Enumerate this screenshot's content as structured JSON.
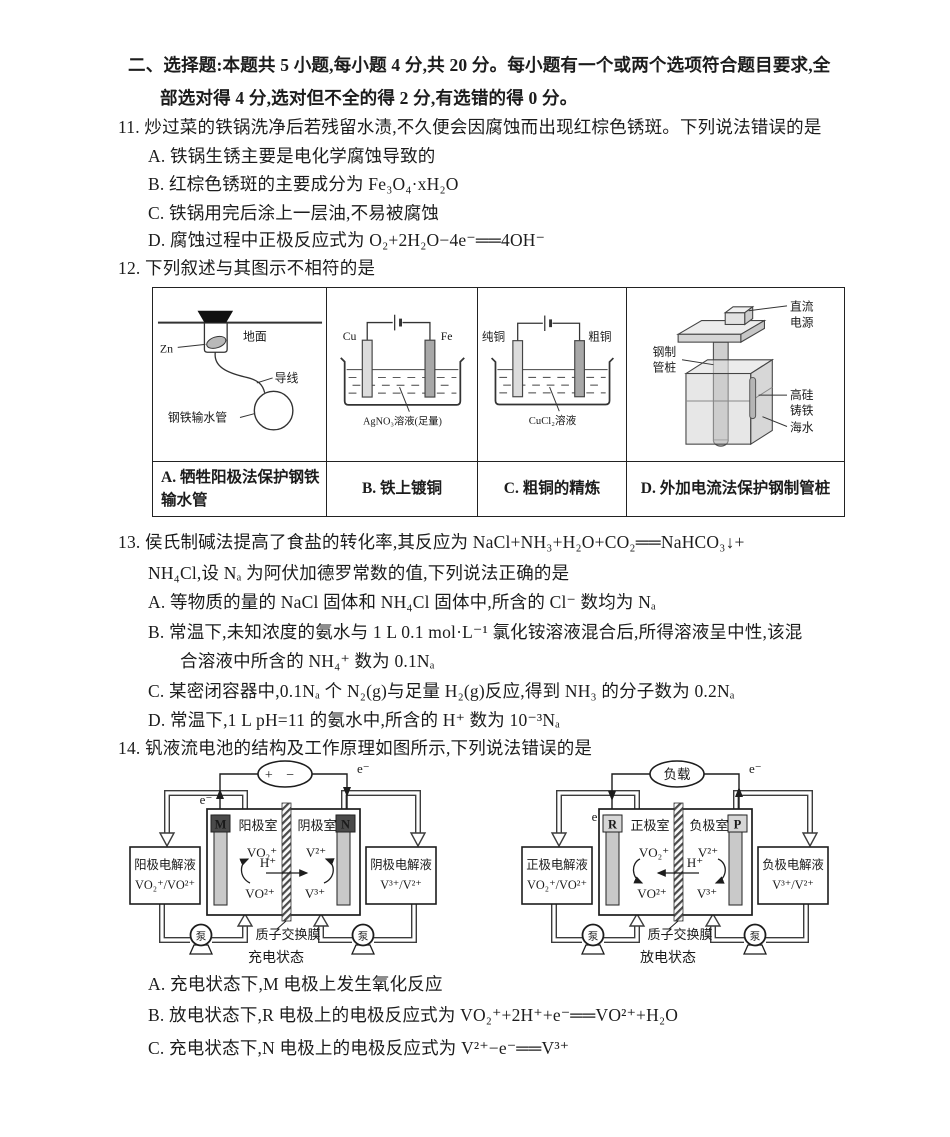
{
  "header": {
    "line1": "二、选择题:本题共 5 小题,每小题 4 分,共 20 分。每小题有一个或两个选项符合题目要求,全",
    "line2": "部选对得 4 分,选对但不全的得 2 分,有选错的得 0 分。"
  },
  "q11": {
    "stem": "11. 炒过菜的铁锅洗净后若残留水渍,不久便会因腐蚀而出现红棕色锈斑。下列说法错误的是",
    "a": "A. 铁锅生锈主要是电化学腐蚀导致的",
    "b": "B. 红棕色锈斑的主要成分为 Fe₃O₄·xH₂O",
    "c": "C. 铁锅用完后涂上一层油,不易被腐蚀",
    "d": "D. 腐蚀过程中正极反应式为 O₂+2H₂O−4e⁻══4OH⁻"
  },
  "q12": {
    "stem": "12. 下列叙述与其图示不相符的是",
    "cells": {
      "a": {
        "caption": "A. 牺牲阳极法保护钢铁输水管",
        "zn": "Zn",
        "ground": "地面",
        "wire": "导线",
        "pipe": "钢铁输水管"
      },
      "b": {
        "caption": "B. 铁上镀铜",
        "left": "Cu",
        "right": "Fe",
        "solution": "AgNO₃溶液(足量)"
      },
      "c": {
        "caption": "C. 粗铜的精炼",
        "left": "纯铜",
        "right": "粗铜",
        "solution": "CuCl₂溶液"
      },
      "d": {
        "caption": "D. 外加电流法保护钢制管桩",
        "power1": "直流",
        "power2": "电源",
        "pile1": "钢制",
        "pile2": "管桩",
        "iron1": "高硅",
        "iron2": "铸铁",
        "sea": "海水"
      }
    }
  },
  "q13": {
    "stem1": "13. 侯氏制碱法提高了食盐的转化率,其反应为 NaCl+NH₃+H₂O+CO₂══NaHCO₃↓+",
    "stem2": "NH₄Cl,设 Nₐ 为阿伏加德罗常数的值,下列说法正确的是",
    "a": "A. 等物质的量的 NaCl 固体和 NH₄Cl 固体中,所含的 Cl⁻ 数均为 Nₐ",
    "b1": "B. 常温下,未知浓度的氨水与 1 L 0.1 mol·L⁻¹ 氯化铵溶液混合后,所得溶液呈中性,该混",
    "b2": "合溶液中所含的 NH₄⁺ 数为 0.1Nₐ",
    "c": "C. 某密闭容器中,0.1Nₐ 个 N₂(g)与足量 H₂(g)反应,得到 NH₃ 的分子数为 0.2Nₐ",
    "d": "D. 常温下,1 L pH=11 的氨水中,所含的 H⁺ 数为 10⁻³Nₐ"
  },
  "q14": {
    "stem": "14. 钒液流电池的结构及工作原理如图所示,下列说法错误的是",
    "a": "A. 充电状态下,M 电极上发生氧化反应",
    "b": "B. 放电状态下,R 电极上的电极反应式为 VO₂⁺+2H⁺+e⁻══VO²⁺+H₂O",
    "c": "C. 充电状态下,N 电极上的电极反应式为 V²⁺−e⁻══V³⁺",
    "charge": {
      "source": "+ −",
      "e": "e⁻",
      "lch": "阳极室",
      "rch": "阴极室",
      "lel": "M",
      "rel": "N",
      "tl": "VO₂⁺",
      "bl": "VO²⁺",
      "h": "H⁺",
      "tr": "V²⁺",
      "br": "V³⁺",
      "ltank1": "阳极电解液",
      "ltank2": "VO₂⁺/VO²⁺",
      "rtank1": "阴极电解液",
      "rtank2": "V³⁺/V²⁺",
      "pump": "泵",
      "membrane": "质子交换膜",
      "state": "充电状态"
    },
    "discharge": {
      "source": "负载",
      "e": "e⁻",
      "lch": "正极室",
      "rch": "负极室",
      "lel": "R",
      "rel": "P",
      "tl": "VO₂⁺",
      "bl": "VO²⁺",
      "h": "H⁺",
      "tr": "V²⁺",
      "br": "V³⁺",
      "ltank1": "正极电解液",
      "ltank2": "VO₂⁺/VO²⁺",
      "rtank1": "负极电解液",
      "rtank2": "V³⁺/V²⁺",
      "pump": "泵",
      "membrane": "质子交换膜",
      "state": "放电状态"
    }
  }
}
